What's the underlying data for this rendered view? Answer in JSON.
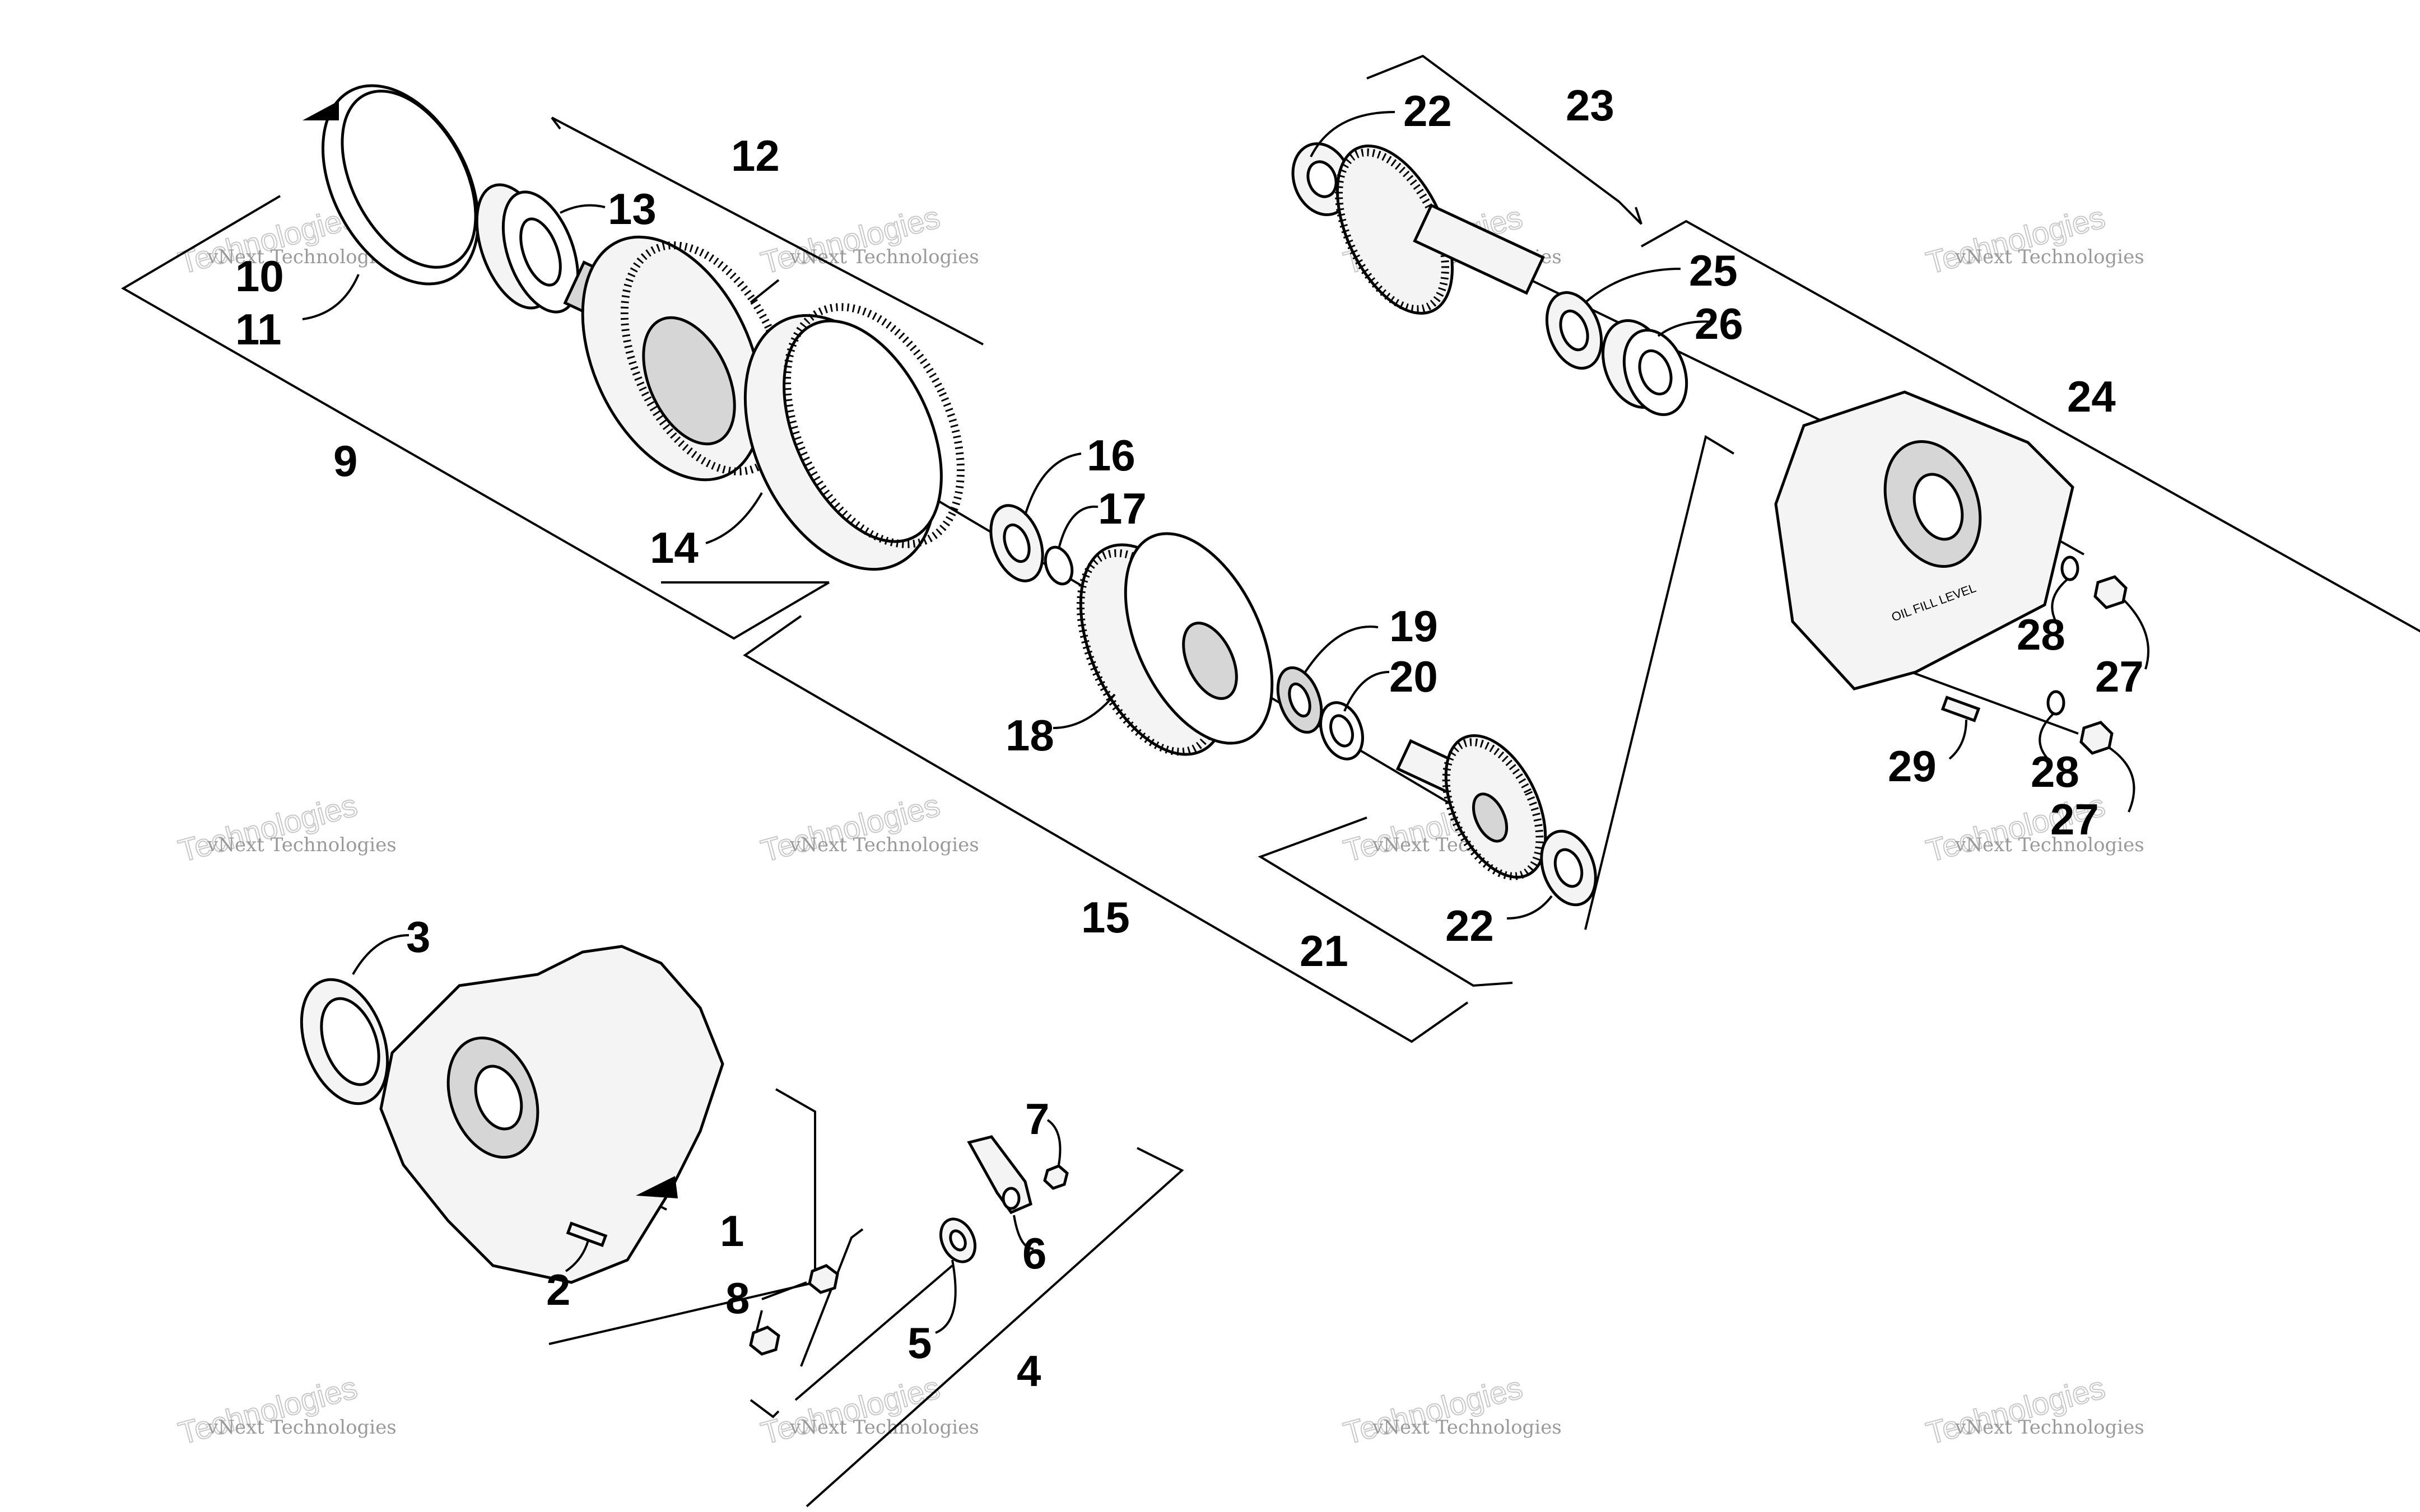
{
  "callouts": {
    "c1": "1",
    "c2": "2",
    "c3": "3",
    "c4": "4",
    "c5": "5",
    "c6": "6",
    "c7": "7",
    "c8": "8",
    "c9": "9",
    "c10": "10",
    "c11": "11",
    "c12": "12",
    "c13": "13",
    "c14": "14",
    "c15": "15",
    "c16": "16",
    "c17": "17",
    "c18": "18",
    "c19": "19",
    "c20": "20",
    "c21": "21",
    "c22a": "22",
    "c22b": "22",
    "c23": "23",
    "c24": "24",
    "c25": "25",
    "c26": "26",
    "c27a": "27",
    "c27b": "27",
    "c28a": "28",
    "c28b": "28",
    "c29": "29"
  },
  "watermark": {
    "line1": "vNext Technologies",
    "line2": "vNext",
    "line3": "Technologies"
  },
  "cover_lettering": "OIL FILL LEVEL"
}
